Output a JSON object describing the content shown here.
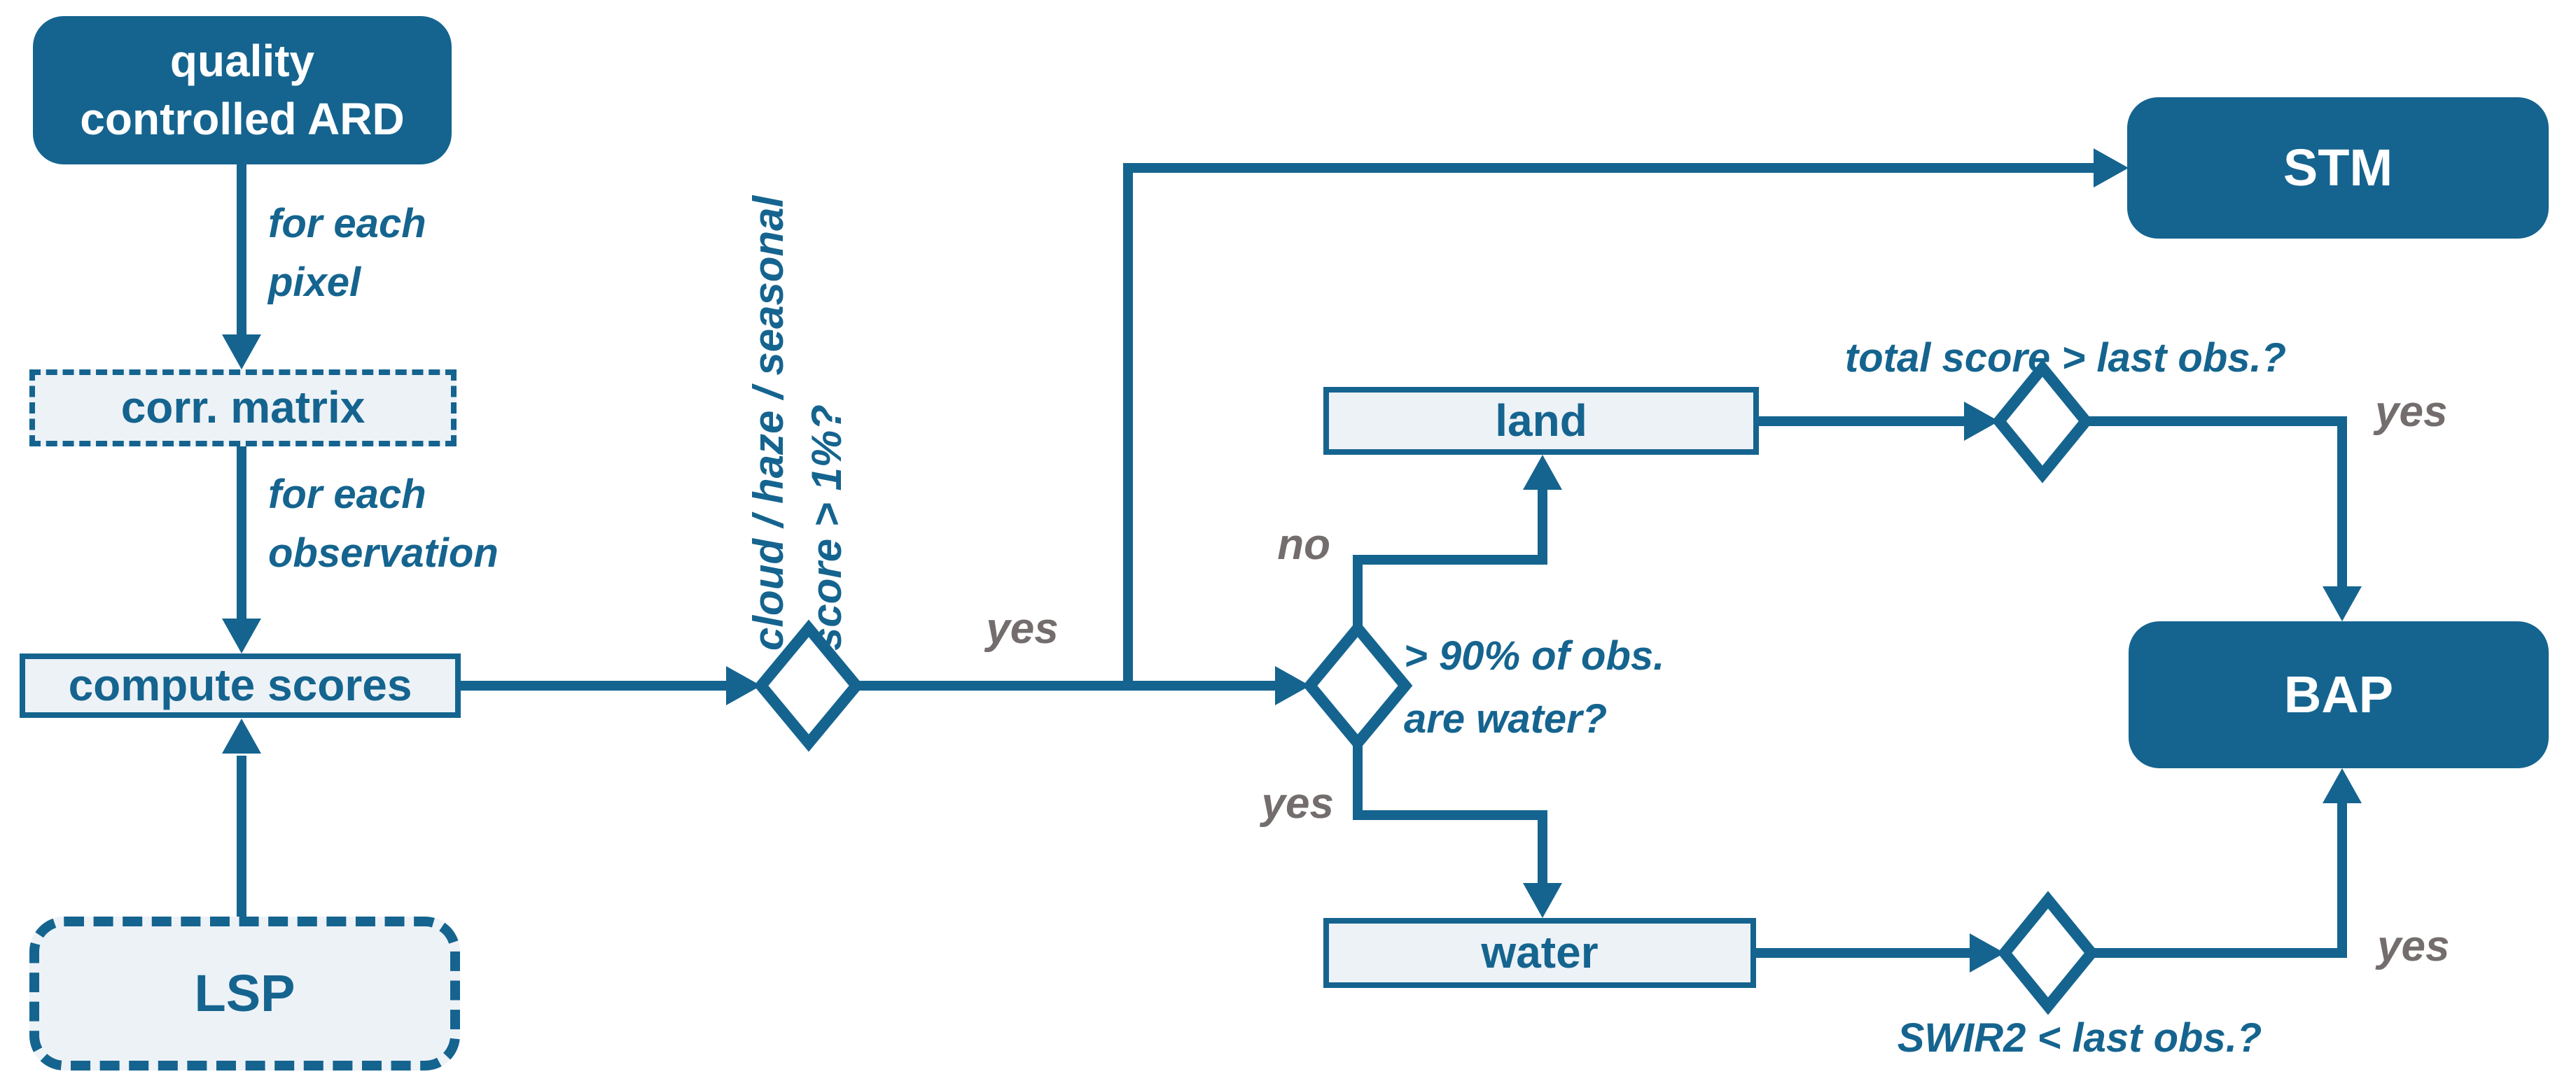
{
  "figure": {
    "type": "flowchart",
    "topic": "best available pixel / spectral temporal metrics compositing workflow"
  },
  "colors": {
    "primary_blue": "#15648f",
    "light_box_fill": "#edf2f7",
    "edge_label_gray": "#736e6d",
    "node_text_on_fill": "#ffffff",
    "background": "#ffffff"
  },
  "nodes": {
    "qc_ard": {
      "line1": "quality",
      "line2": "controlled ARD"
    },
    "corr_matrix": {
      "label": "corr. matrix"
    },
    "compute_scores": {
      "label": "compute scores"
    },
    "lsp": {
      "label": "LSP"
    },
    "stm": {
      "label": "STM"
    },
    "land": {
      "label": "land"
    },
    "water": {
      "label": "water"
    },
    "bap": {
      "label": "BAP"
    }
  },
  "annotations": {
    "for_each_pixel": {
      "line1": "for each",
      "line2": "pixel"
    },
    "for_each_observation": {
      "line1": "for each",
      "line2": "observation"
    },
    "cloud_question": {
      "line1": "cloud / haze / seasonal",
      "line2": "score > 1%?"
    },
    "water_question": {
      "line1": "> 90% of obs.",
      "line2": "are water?"
    },
    "total_score_question": "total score > last obs.?",
    "swir2_question": "SWIR2 < last obs.?"
  },
  "edge_labels": {
    "cloud_yes": "yes",
    "water_no": "no",
    "water_yes": "yes",
    "total_score_yes": "yes",
    "swir2_yes": "yes"
  }
}
